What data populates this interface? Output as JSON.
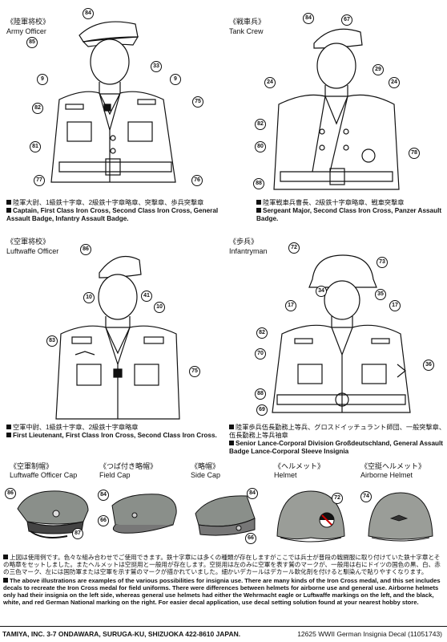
{
  "figures": [
    {
      "title_jp": "《陸軍将校》",
      "title_en": "Army Officer",
      "callouts": [
        "84",
        "85",
        "9",
        "33",
        "9",
        "82",
        "75",
        "81",
        "77",
        "76"
      ],
      "caption_jp": "陸軍大尉、1級鉄十字章、2級鉄十字章略章、突撃章、歩兵突撃章",
      "caption_en": "Captain, First Class Iron Cross, Second Class Iron Cross, General Assault Badge, Infantry Assault Badge."
    },
    {
      "title_jp": "《戦車兵》",
      "title_en": "Tank Crew",
      "callouts": [
        "84",
        "67",
        "29",
        "24",
        "24",
        "82",
        "80",
        "78",
        "88"
      ],
      "caption_jp": "陸軍戦車兵曹長、2級鉄十字章略章、戦車突撃章",
      "caption_en": "Sergeant Major, Second Class Iron Cross, Panzer Assault Badge."
    },
    {
      "title_jp": "《空軍将校》",
      "title_en": "Luftwaffe Officer",
      "callouts": [
        "86",
        "10",
        "41",
        "10",
        "83",
        "75"
      ],
      "caption_jp": "空軍中尉、1級鉄十字章、2級鉄十字章略章",
      "caption_en": "First Lieutenant, First Class Iron Cross, Second Class Iron Cross."
    },
    {
      "title_jp": "《歩兵》",
      "title_en": "Infantryman",
      "callouts": [
        "72",
        "73",
        "34",
        "35",
        "17",
        "17",
        "82",
        "70",
        "36",
        "88",
        "69"
      ],
      "caption_jp": "陸軍歩兵伍長勤務上等兵、グロスドイッチュラント師団、一般突撃章、伍長勤務上等兵袖章",
      "caption_en": "Senior Lance-Corporal Division Großdeutschland, General Assault Badge Lance-Corporal Sleeve Insignia"
    }
  ],
  "headgear": [
    {
      "title_jp": "《空軍制帽》",
      "title_en": "Luftwaffe Officer Cap",
      "callouts": [
        "86",
        "87"
      ]
    },
    {
      "title_jp": "《つば付き略帽》",
      "title_en": "Field Cap",
      "callouts": [
        "84",
        "66"
      ]
    },
    {
      "title_jp": "《略帽》",
      "title_en": "Side Cap",
      "callouts": [
        "84",
        "66"
      ]
    },
    {
      "title_jp": "《ヘルメット》",
      "title_en": "Helmet",
      "callouts": [
        "72"
      ]
    },
    {
      "title_jp": "《空挺ヘルメット》",
      "title_en": "Airborne Helmet",
      "callouts": [
        "74"
      ]
    }
  ],
  "note_jp": "上図は使用例です。色々な組み合わせでご使用できます。鉄十字章には多くの種類が存在しますがここでは兵士が普段の戦闘服に取り付けていた鉄十字章とその略章をセットしました。またヘルメットは空挺用と一般用が存在します。空挺用は左のみに空軍を表す鷲のマークが、一般用は右にドイツの国色の黒、白、赤の三色マーク、左には国防軍または空軍を示す鷲のマークが描かれていました。細かいデカールはデカール軟化剤を付けると馴染んで貼りやすくなります。",
  "note_en": "The above illustrations are examples of the various possibilities for insignia use. There are many kinds of the Iron Cross medal, and this set includes decals to recreate the Iron Cross medal for field uniforms. There were differences between helmets for airborne use and general use. Airborne helmets only had their insignia on the left side, whereas general use helmets had either the Wehrmacht eagle or Luftwaffe markings on the left, and the black, white, and red German National marking on the right. For easier decal application, use decal setting solution found at your nearest hobby store.",
  "footer": {
    "company": "TAMIYA, INC.  3-7 ONDAWARA, SURUGA-KU, SHIZUOKA 422-8610 JAPAN.",
    "product": "12625 WWII German Insignia Decal (11051743)"
  },
  "colors": {
    "ink": "#111111",
    "cap_grey": "#8a8f8a",
    "helmet_grey": "#9a9d98"
  }
}
